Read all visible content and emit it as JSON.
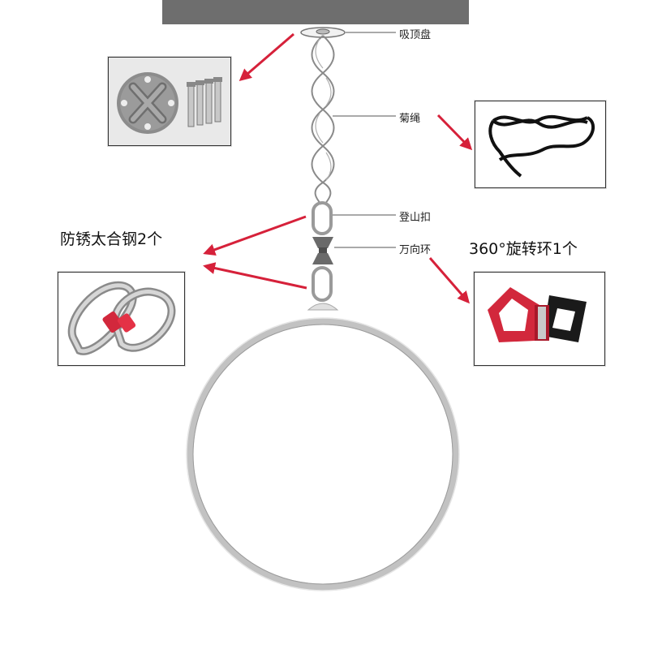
{
  "labels": {
    "ceiling_mount": "吸顶盘",
    "daisy_chain": "菊绳",
    "carabiner": "登山扣",
    "swivel": "万向环",
    "carabiner_note": "防锈太合钢2个",
    "swivel_note": "360°旋转环1个"
  },
  "colors": {
    "arrow": "#d6213a",
    "ceiling": "#6e6e6e",
    "ring": "#c2c2c2",
    "swivel_red": "#d2283c",
    "swivel_black": "#1a1a1a"
  }
}
